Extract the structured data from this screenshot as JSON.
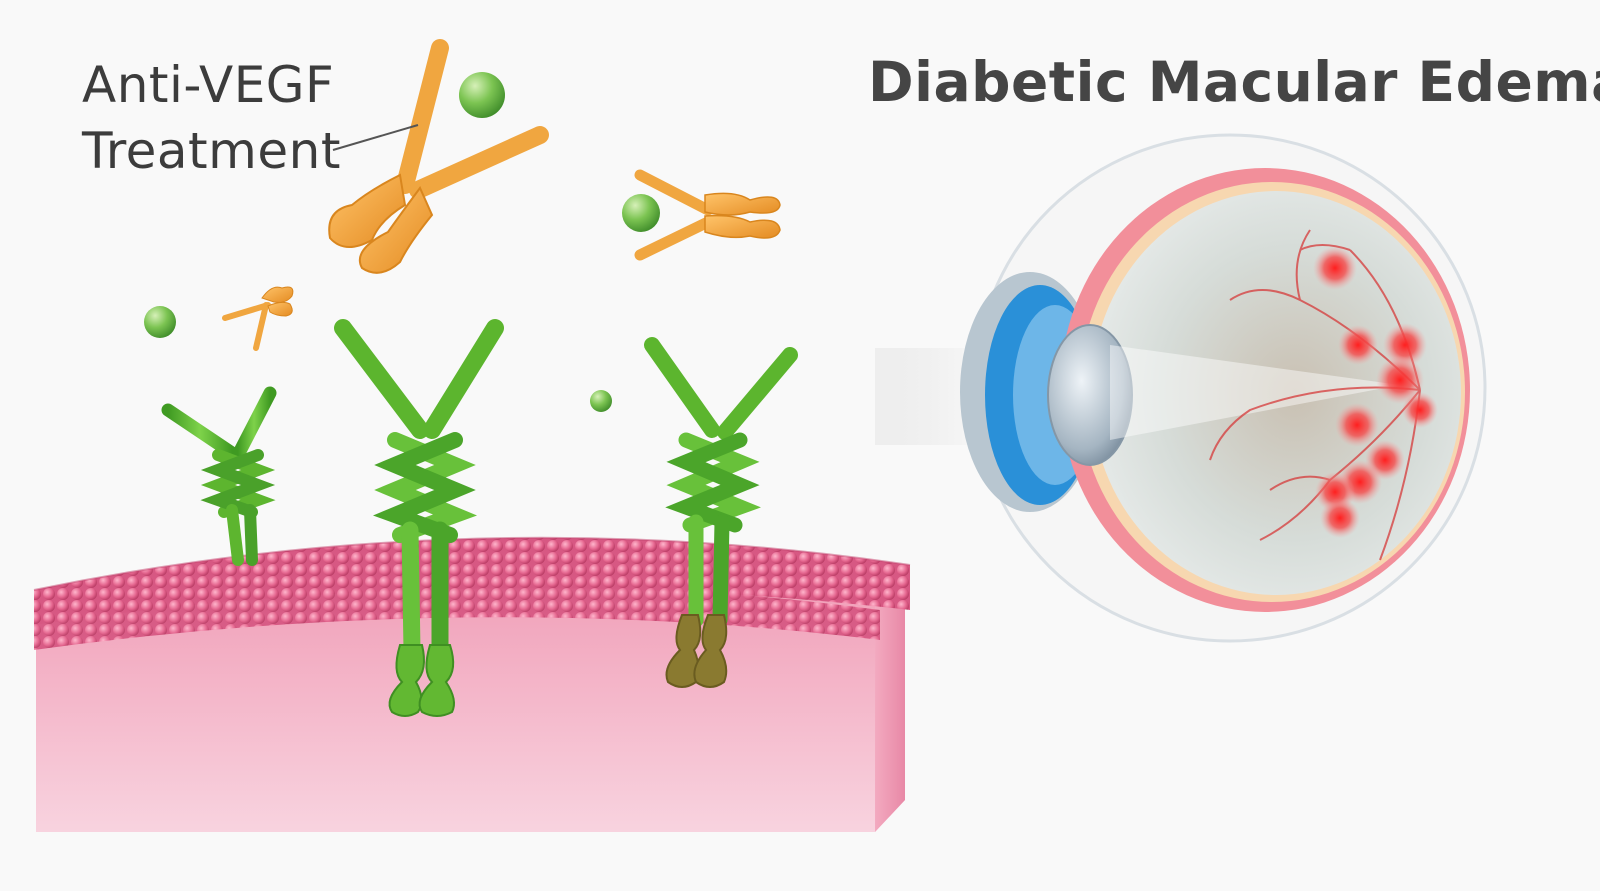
{
  "labels": {
    "treatment_line1": "Anti-VEGF",
    "treatment_line2": "Treatment",
    "title": "Diabetic Macular Edema"
  },
  "colors": {
    "background": "#f9f9f9",
    "receptor_green": "#58b82e",
    "antibody_orange": "#f3a23c",
    "vegf_ball": "#6cbc48",
    "membrane_pink": "#e66a93",
    "tissue_pink": "#f4b9cb",
    "blocked_receptor_tail": "#8a7a30",
    "eye_iris_blue": "#2a90d8",
    "hemorrhage_red": "#ef2a2a"
  },
  "icons": {
    "receptor": "vegf-receptor-icon",
    "antibody": "anti-vegf-antibody-icon",
    "ligand": "vegf-ligand-ball-icon",
    "eye": "eye-cross-section-icon"
  }
}
